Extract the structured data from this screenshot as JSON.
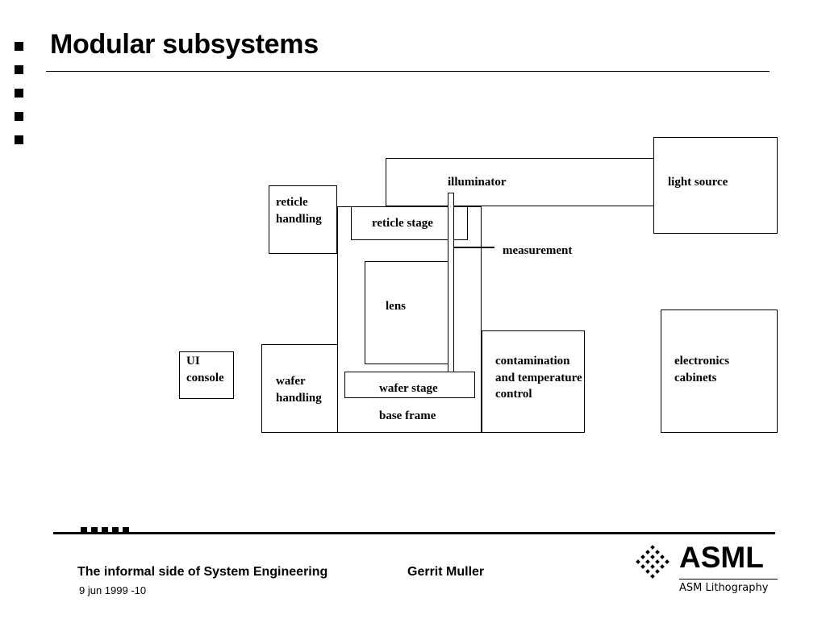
{
  "slide": {
    "title": "Modular subsystems",
    "bullet_count": 5
  },
  "diagram": {
    "illuminator": "illuminator",
    "light_source": "light source",
    "reticle_handling": "reticle handling",
    "reticle_stage": "reticle stage",
    "measurement": "measurement",
    "lens": "lens",
    "ui_console": "UI console",
    "wafer_handling": "wafer handling",
    "wafer_stage": "wafer stage",
    "base_frame": "base frame",
    "contamination": "contamination and temperature control",
    "electronics": "electronics cabinets"
  },
  "footer": {
    "course": "The informal side of System Engineering",
    "author": "Gerrit Muller",
    "date": "9 jun 1999 -10"
  },
  "logo": {
    "name": "ASML",
    "subtitle": "ASM Lithography"
  }
}
